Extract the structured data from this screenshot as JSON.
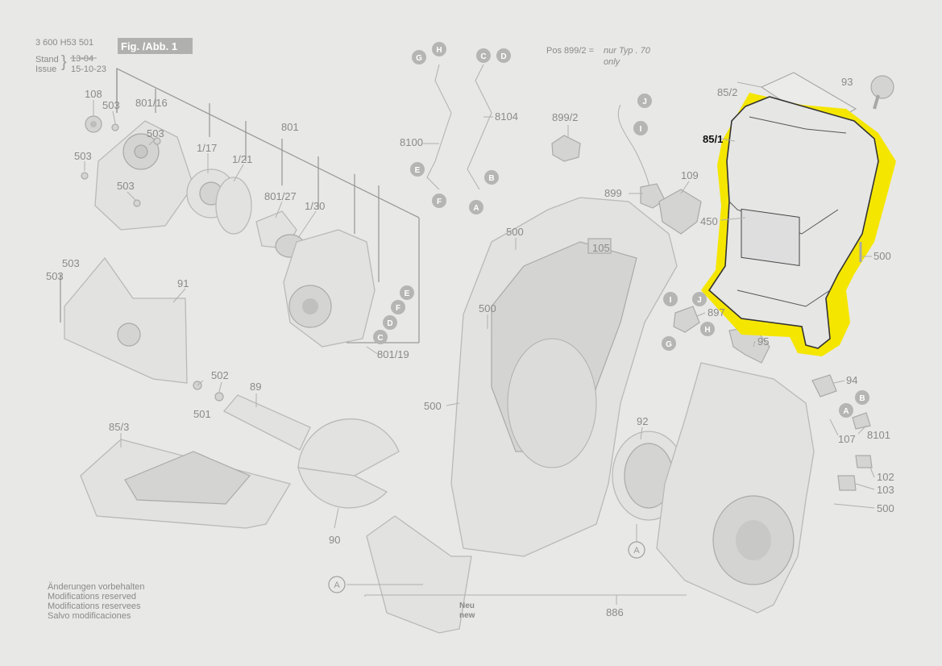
{
  "header": {
    "doc_number": "3 600 H53 501",
    "fig_badge": "Fig. /Abb. 1",
    "stand_label": "Stand",
    "stand_value": "13-04",
    "issue_label": "Issue",
    "issue_value": "15-10-23"
  },
  "note_pos": {
    "pos_text": "Pos 899/2 =",
    "type_text": "nur Typ . 70",
    "only_text": "only"
  },
  "footer_notes": {
    "de": "Änderungen vorbehalten",
    "en": "Modifications reserved",
    "fr": "Modifications reservees",
    "es": "Salvo modificaciones"
  },
  "highlight": {
    "part": "85/1",
    "color": "#f5e600"
  },
  "callouts": {
    "c108": "108",
    "c503a": "503",
    "c801_16": "801/16",
    "c503b": "503",
    "c503c": "503",
    "c503d": "503",
    "c1_17": "1/17",
    "c1_21": "1/21",
    "c801": "801",
    "c801_27": "801/27",
    "c1_30": "1/30",
    "c503e": "503",
    "c503f": "503",
    "c91": "91",
    "c801_19": "801/19",
    "c502": "502",
    "c501": "501",
    "c89": "89",
    "c85_3": "85/3",
    "c90": "90",
    "c8100": "8100",
    "c8104": "8104",
    "c899_2": "899/2",
    "c899": "899",
    "c109": "109",
    "c500a": "500",
    "c105": "105",
    "c500b": "500",
    "c500c": "500",
    "c92": "92",
    "c886": "886",
    "c85_2": "85/2",
    "c93": "93",
    "c85_1": "85/1",
    "c450": "450",
    "c500d": "500",
    "c897": "897",
    "c95": "95",
    "c94": "94",
    "c107": "107",
    "c8101": "8101",
    "c102": "102",
    "c103": "103",
    "c500e": "500",
    "neu": "Neu",
    "new": "new"
  },
  "markers": {
    "G": "G",
    "H": "H",
    "C": "C",
    "D": "D",
    "E": "E",
    "F": "F",
    "B": "B",
    "A": "A",
    "J": "J",
    "I": "I"
  }
}
